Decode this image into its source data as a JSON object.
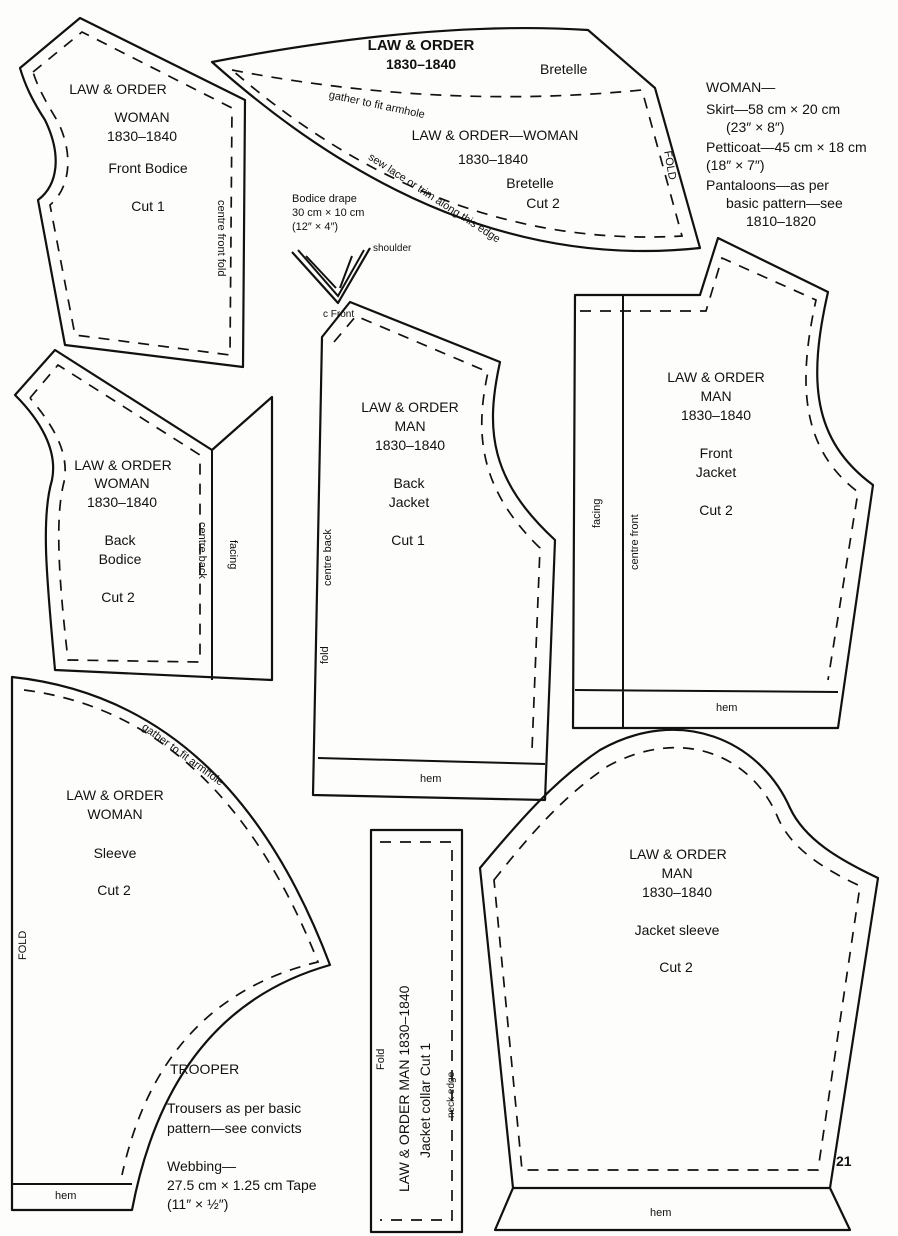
{
  "header": {
    "title": "LAW & ORDER",
    "years": "1830–1840",
    "bretelle_label": "Bretelle"
  },
  "woman_info": {
    "heading": "WOMAN—",
    "skirt": "Skirt—58 cm × 20 cm",
    "skirt_in": "(23″ × 8″)",
    "petticoat": "Petticoat—45 cm × 18 cm",
    "petticoat_in": "(18″ × 7″)",
    "pantaloons": "Pantaloons—as per",
    "pantaloons_2": "basic pattern—see",
    "pantaloons_3": "1810–1820"
  },
  "front_bodice": {
    "line1": "LAW & ORDER",
    "line2": "WOMAN",
    "line3": "1830–1840",
    "line4": "Front Bodice",
    "line5": "Cut 1",
    "side": "centre front fold"
  },
  "bretelle": {
    "gather": "gather to fit armhole",
    "line1": "LAW & ORDER—WOMAN",
    "line2": "1830–1840",
    "line3": "Bretelle",
    "line4": "Cut 2",
    "lace": "sew lace or trim along this edge",
    "fold": "FOLD"
  },
  "drape": {
    "line1": "Bodice drape",
    "line2": "30 cm × 10 cm",
    "line3": "(12″ × 4″)",
    "shoulder": "shoulder",
    "front": "c Front"
  },
  "back_bodice": {
    "line1": "LAW & ORDER",
    "line2": "WOMAN",
    "line3": "1830–1840",
    "line4": "Back",
    "line5": "Bodice",
    "line6": "Cut 2",
    "centre": "centre back",
    "facing": "facing"
  },
  "back_jacket": {
    "line1": "LAW & ORDER",
    "line2": "MAN",
    "line3": "1830–1840",
    "line4": "Back",
    "line5": "Jacket",
    "line6": "Cut 1",
    "centre": "centre back",
    "fold": "fold",
    "hem": "hem"
  },
  "front_jacket": {
    "line1": "LAW & ORDER",
    "line2": "MAN",
    "line3": "1830–1840",
    "line4": "Front",
    "line5": "Jacket",
    "line6": "Cut 2",
    "facing": "facing",
    "centre": "centre front",
    "hem": "hem"
  },
  "sleeve": {
    "gather": "gather to fit armhole",
    "line1": "LAW & ORDER",
    "line2": "WOMAN",
    "line3": "Sleeve",
    "line4": "Cut 2",
    "fold": "FOLD",
    "hem": "hem"
  },
  "trooper": {
    "heading": "TROOPER",
    "l1": "Trousers as per basic",
    "l2": "pattern—see convicts",
    "l3": "Webbing—",
    "l4": "27.5 cm × 1.25 cm Tape",
    "l5": "(11″ × ½″)"
  },
  "collar": {
    "fold": "Fold",
    "l1": "LAW & ORDER  MAN  1830–1840",
    "l2": "Jacket collar  Cut 1",
    "neck": "neck edge"
  },
  "jacket_sleeve": {
    "line1": "LAW & ORDER",
    "line2": "MAN",
    "line3": "1830–1840",
    "line4": "Jacket sleeve",
    "line5": "Cut 2",
    "hem": "hem"
  },
  "page_number": "21"
}
